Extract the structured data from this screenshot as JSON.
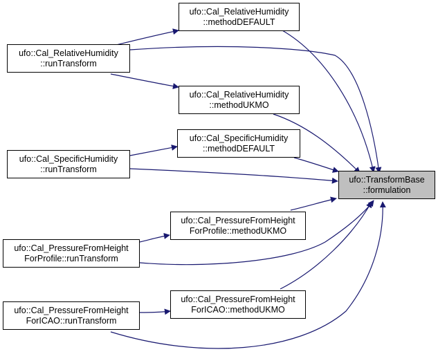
{
  "colors": {
    "edge": "#191970",
    "node_border": "#000000",
    "node_fill": "#ffffff",
    "target_fill": "#bfbfbf"
  },
  "nodes": {
    "rh_default": {
      "line1": "ufo::Cal_RelativeHumidity",
      "line2": "::methodDEFAULT"
    },
    "rh_run": {
      "line1": "ufo::Cal_RelativeHumidity",
      "line2": "::runTransform"
    },
    "rh_ukmo": {
      "line1": "ufo::Cal_RelativeHumidity",
      "line2": "::methodUKMO"
    },
    "sh_default": {
      "line1": "ufo::Cal_SpecificHumidity",
      "line2": "::methodDEFAULT"
    },
    "sh_run": {
      "line1": "ufo::Cal_SpecificHumidity",
      "line2": "::runTransform"
    },
    "target": {
      "line1": "ufo::TransformBase",
      "line2": "::formulation"
    },
    "pfh_prof_ukmo": {
      "line1": "ufo::Cal_PressureFromHeight",
      "line2": "ForProfile::methodUKMO"
    },
    "pfh_prof_run": {
      "line1": "ufo::Cal_PressureFromHeight",
      "line2": "ForProfile::runTransform"
    },
    "pfh_icao_ukmo": {
      "line1": "ufo::Cal_PressureFromHeight",
      "line2": "ForICAO::methodUKMO"
    },
    "pfh_icao_run": {
      "line1": "ufo::Cal_PressureFromHeight",
      "line2": "ForICAO::runTransform"
    }
  },
  "edges": [
    {
      "from": "rh_run",
      "to": "rh_default"
    },
    {
      "from": "rh_run",
      "to": "rh_ukmo"
    },
    {
      "from": "rh_run",
      "to": "target"
    },
    {
      "from": "rh_default",
      "to": "target"
    },
    {
      "from": "rh_ukmo",
      "to": "target"
    },
    {
      "from": "sh_run",
      "to": "sh_default"
    },
    {
      "from": "sh_run",
      "to": "target"
    },
    {
      "from": "sh_default",
      "to": "target"
    },
    {
      "from": "pfh_prof_run",
      "to": "pfh_prof_ukmo"
    },
    {
      "from": "pfh_prof_run",
      "to": "target"
    },
    {
      "from": "pfh_prof_ukmo",
      "to": "target"
    },
    {
      "from": "pfh_icao_run",
      "to": "pfh_icao_ukmo"
    },
    {
      "from": "pfh_icao_run",
      "to": "target"
    },
    {
      "from": "pfh_icao_ukmo",
      "to": "target"
    }
  ]
}
